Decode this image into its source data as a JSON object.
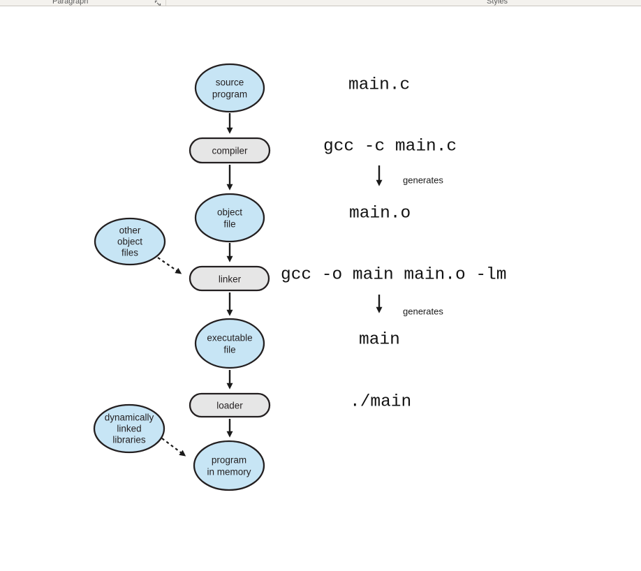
{
  "ribbon": {
    "paragraph_label": "Paragraph",
    "styles_label": "Styles",
    "dialog_launcher_icon": "dialog-launcher"
  },
  "colors": {
    "node_fill_blue": "#c7e5f5",
    "node_fill_gray": "#e6e6e6",
    "node_stroke": "#231f20",
    "arrow": "#1a1a1a",
    "ribbon_bg": "#f4f2ee"
  },
  "diagram": {
    "source_program": {
      "line1": "source",
      "line2": "program"
    },
    "compiler": {
      "label": "compiler"
    },
    "object_file": {
      "line1": "object",
      "line2": "file"
    },
    "other_object_files": {
      "line1": "other",
      "line2": "object",
      "line3": "files"
    },
    "linker": {
      "label": "linker"
    },
    "executable_file": {
      "line1": "executable",
      "line2": "file"
    },
    "loader": {
      "label": "loader"
    },
    "program_in_memory": {
      "line1": "program",
      "line2": "in memory"
    },
    "dynamically_linked_libraries": {
      "line1": "dynamically",
      "line2": "linked",
      "line3": "libraries"
    },
    "generates_label": "generates",
    "commands": {
      "source": "main.c",
      "compile": "gcc -c main.c",
      "object": "main.o",
      "link": "gcc -o main main.o -lm",
      "executable": "main",
      "run": "./main"
    }
  }
}
